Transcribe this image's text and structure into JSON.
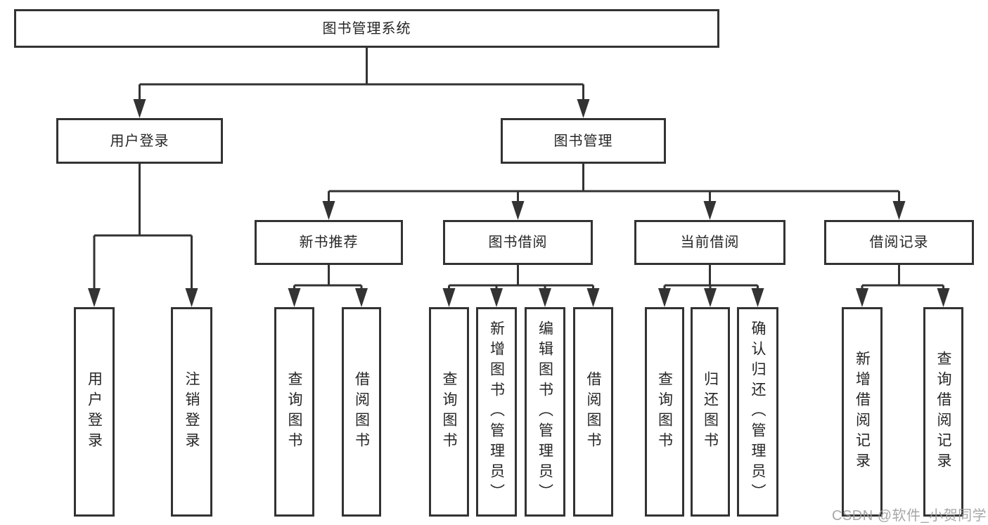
{
  "diagram_type": "hierarchy-tree",
  "tree": {
    "label": "图书管理系统",
    "children": [
      {
        "label": "用户登录",
        "children": [
          {
            "label": "用户登录"
          },
          {
            "label": "注销登录"
          }
        ]
      },
      {
        "label": "图书管理",
        "children": [
          {
            "label": "新书推荐",
            "children": [
              {
                "label": "查询图书"
              },
              {
                "label": "借阅图书"
              }
            ]
          },
          {
            "label": "图书借阅",
            "children": [
              {
                "label": "查询图书"
              },
              {
                "label": "新增图书（管理员）"
              },
              {
                "label": "编辑图书（管理员）"
              },
              {
                "label": "借阅图书"
              }
            ]
          },
          {
            "label": "当前借阅",
            "children": [
              {
                "label": "查询图书"
              },
              {
                "label": "归还图书"
              },
              {
                "label": "确认归还（管理员）"
              }
            ]
          },
          {
            "label": "借阅记录",
            "children": [
              {
                "label": "新增借阅记录"
              },
              {
                "label": "查询借阅记录"
              }
            ]
          }
        ]
      }
    ]
  },
  "watermark": {
    "text": "CSDN @软件_小贺同学"
  },
  "colors": {
    "line": "#333333",
    "box_border": "#333333",
    "text": "#262626",
    "background": "#ffffff",
    "watermark": "#9e9e9e"
  }
}
